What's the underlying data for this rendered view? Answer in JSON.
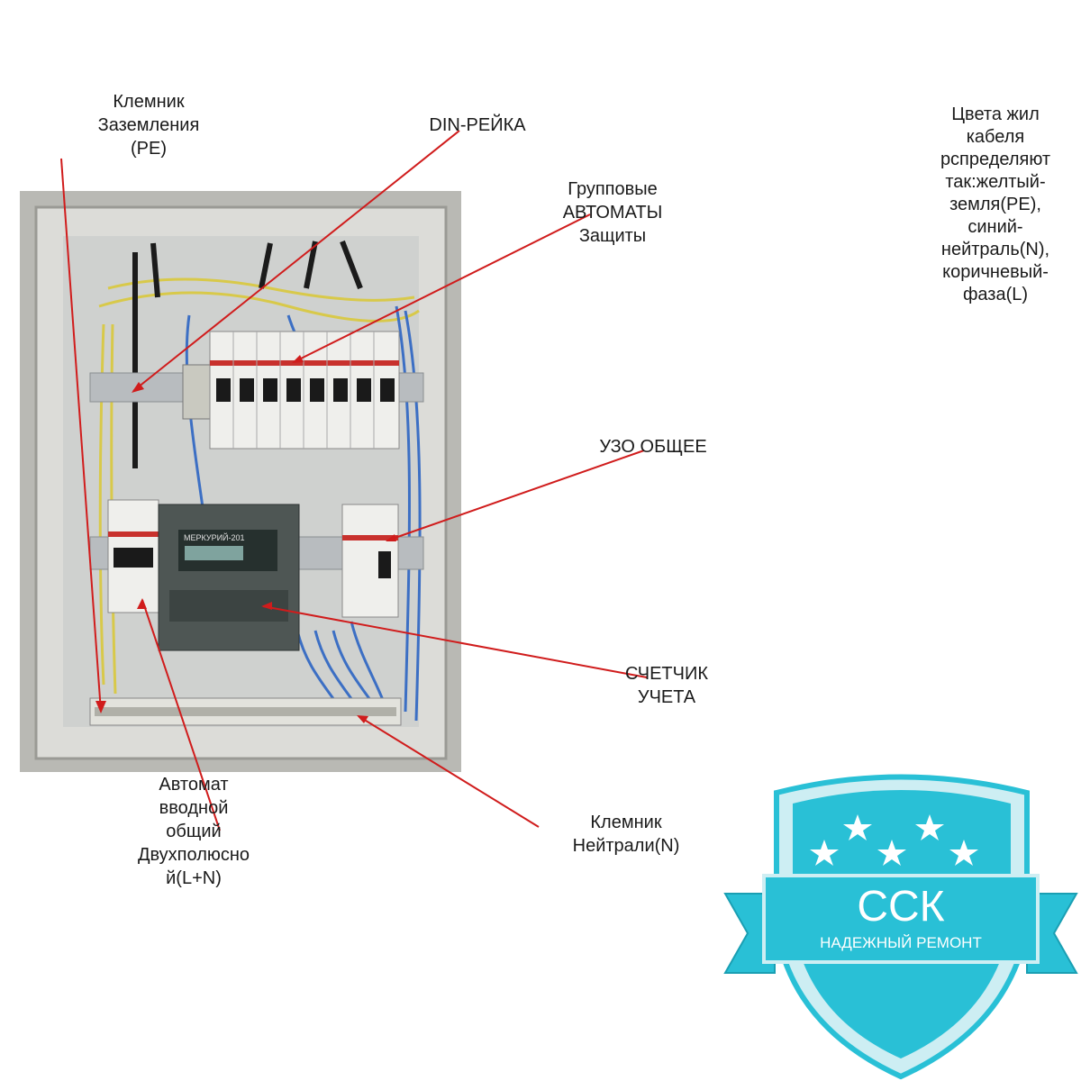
{
  "labels": {
    "pe_terminal": "Клемник\nЗаземления\n(PE)",
    "din_rail": "DIN-РЕЙКА",
    "group_breakers": "Групповые\nАВТОМАТЫ\nЗащиты",
    "rcd_main": "УЗО ОБЩЕЕ",
    "meter": "СЧЕТЧИК\nУЧЕТА",
    "main_breaker": "Автомат\nвводной\nобщий\nДвухполюсно\nй(L+N)",
    "neutral_terminal": "Клемник\nНейтрали(N)",
    "wire_colors": "Цвета жил\nкабеля\nрспределяют\nтак:желтый-\nземля(PE),\nсиний-\nнейтраль(N),\nкоричневый-\nфаза(L)"
  },
  "meter_brand": "МЕРКУРИЙ-201",
  "logo": {
    "title": "ССК",
    "subtitle": "НАДЕЖНЫЙ РЕМОНТ",
    "stars": 5
  },
  "colors": {
    "arrow": "#d01c1c",
    "logo_fill": "#29c0d6",
    "logo_dark": "#1a9fb3",
    "logo_light": "#cdeef3",
    "wire_yellow": "#d8c94a",
    "wire_blue": "#3c6fc4",
    "wire_black": "#1b1b1b"
  }
}
